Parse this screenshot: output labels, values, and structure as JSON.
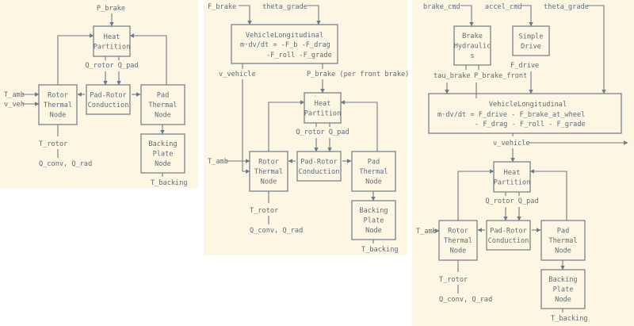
{
  "colors": {
    "panel_bg": "#fdf6e3",
    "ink": "#5d6c7a"
  },
  "panels": [
    {
      "name": "brake-thermal-model",
      "inputs": {
        "p_brake": "P_brake",
        "t_amb": "T_amb",
        "v_veh": "v_veh"
      },
      "heat_partition": [
        "Heat",
        "Partition"
      ],
      "flows": "Q_rotor Q_pad",
      "rotor": [
        "Rotor",
        "Thermal",
        "Node"
      ],
      "pad_rotor": [
        "Pad-Rotor",
        "Conduction"
      ],
      "pad": [
        "Pad",
        "Thermal",
        "Node"
      ],
      "backing": [
        "Backing",
        "Plate",
        "Node"
      ],
      "outputs": {
        "t_rotor": "T_rotor",
        "q_loss": "Q_conv, Q_rad",
        "t_backing": "T_backing"
      }
    },
    {
      "name": "vehicle-coupled-model",
      "inputs": {
        "f_brake": "F_brake",
        "theta_grade": "theta_grade",
        "t_amb": "T_amb"
      },
      "vehicle": [
        "VehicleLongitudinal",
        "m·dv/dt = -F_b -F_drag",
        "-F_roll -F_grade"
      ],
      "signals": {
        "v_vehicle": "v_vehicle",
        "p_brake": "P_brake (per front brake)"
      },
      "heat_partition": [
        "Heat",
        "Partition"
      ],
      "flows": "Q_rotor Q_pad",
      "rotor": [
        "Rotor",
        "Thermal",
        "Node"
      ],
      "pad_rotor": [
        "Pad-Rotor",
        "Conduction"
      ],
      "pad": [
        "Pad",
        "Thermal",
        "Node"
      ],
      "backing": [
        "Backing",
        "Plate",
        "Node"
      ],
      "outputs": {
        "t_rotor": "T_rotor",
        "q_loss": "Q_conv, Q_rad",
        "t_backing": "T_backing"
      }
    },
    {
      "name": "full-drivetrain-model",
      "inputs": {
        "brake_cmd": "brake_cmd",
        "accel_cmd": "accel_cmd",
        "theta_grade": "theta_grade",
        "t_amb": "T_amb"
      },
      "brake_hydraulics": [
        "Brake",
        "Hydraulic",
        "s"
      ],
      "simple_drive": [
        "Simple",
        "Drive"
      ],
      "signals": {
        "f_drive": "F_drive",
        "tau_brake": "tau_brake",
        "p_brake_front": "P_brake_front",
        "v_vehicle": "v_vehicle"
      },
      "vehicle": [
        "VehicleLongitudinal",
        "m·dv/dt = F_drive - F_brake_at_wheel",
        "- F_drag - F_roll - F_grade"
      ],
      "heat_partition": [
        "Heat",
        "Partition"
      ],
      "flows": "Q_rotor Q_pad",
      "rotor": [
        "Rotor",
        "Thermal",
        "Node"
      ],
      "pad_rotor": [
        "Pad-Rotor",
        "Conduction"
      ],
      "pad": [
        "Pad",
        "Thermal",
        "Node"
      ],
      "backing": [
        "Backing",
        "Plate",
        "Node"
      ],
      "outputs": {
        "t_rotor": "T_rotor",
        "q_loss": "Q_conv, Q_rad",
        "t_backing": "T_backing"
      }
    }
  ]
}
